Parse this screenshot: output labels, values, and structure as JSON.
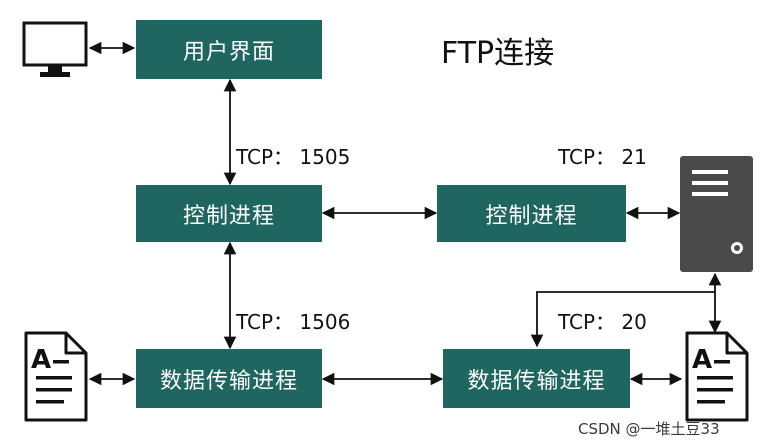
{
  "title": "FTP连接",
  "nodes": {
    "user_interface": "用户界面",
    "client_control": "控制进程",
    "server_control": "控制进程",
    "client_data": "数据传输进程",
    "server_data": "数据传输进程"
  },
  "ports": {
    "client_control": "TCP： 1505",
    "client_data": "TCP： 1506",
    "server_control": "TCP： 21",
    "server_data": "TCP： 20"
  },
  "watermark": "CSDN @一堆土豆33",
  "icons": {
    "monitor": "monitor-icon",
    "server": "server-icon",
    "client_file": "document-icon",
    "server_file": "document-icon"
  },
  "colors": {
    "box_fill": "#1f6560",
    "box_text": "#ffffff",
    "server_body": "#4a4a4a"
  }
}
